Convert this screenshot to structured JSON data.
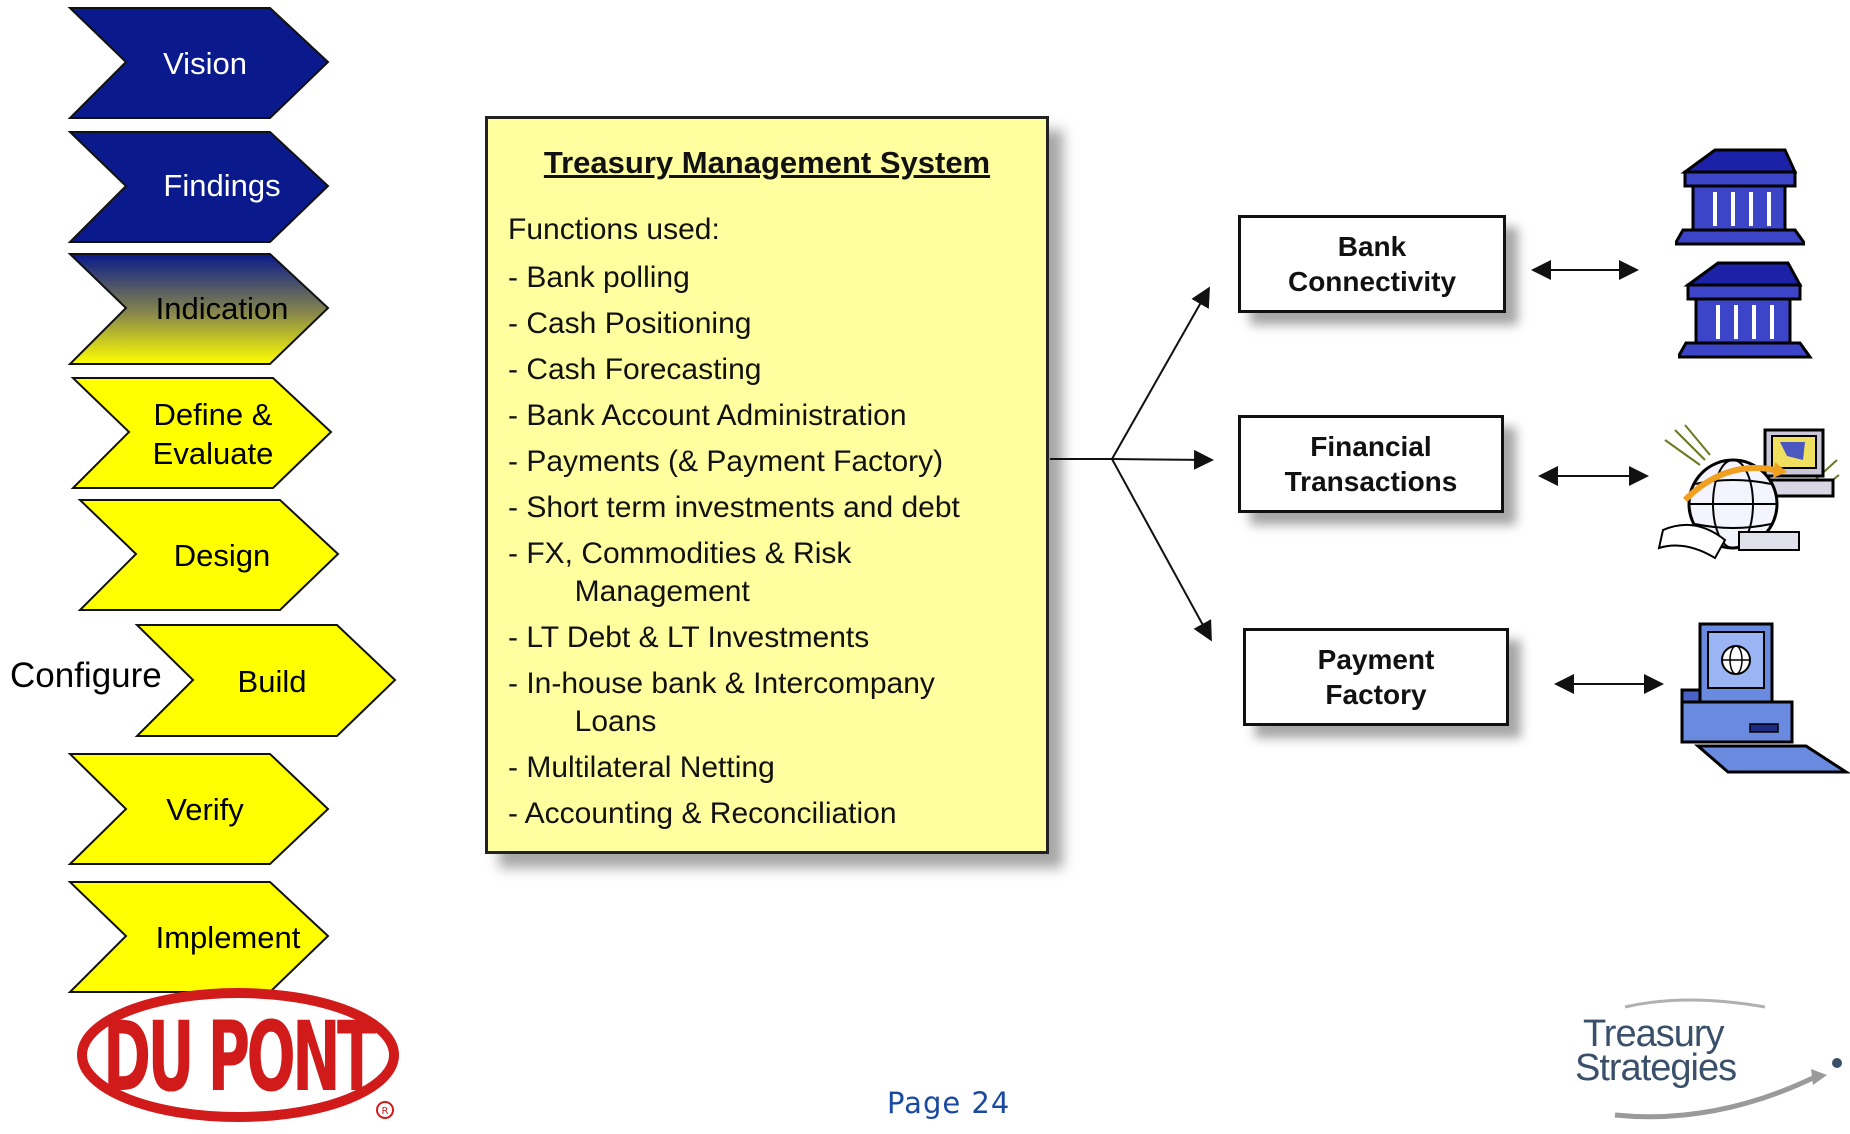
{
  "process_steps": [
    {
      "label": "Vision"
    },
    {
      "label": "Findings"
    },
    {
      "label": "Indication"
    },
    {
      "label": "Define &\nEvaluate"
    },
    {
      "label": "Design"
    },
    {
      "label": "Build"
    },
    {
      "label": "Verify"
    },
    {
      "label": "Implement"
    }
  ],
  "configure_label": "Configure",
  "tms": {
    "title": "Treasury Management System",
    "intro": "Functions used:",
    "items": [
      "- Bank polling",
      "- Cash Positioning",
      "- Cash Forecasting",
      "- Bank Account Administration",
      "- Payments (& Payment Factory)",
      "- Short term investments and debt",
      "- FX, Commodities & Risk\n        Management",
      "- LT Debt & LT Investments",
      "- In-house bank & Intercompany\n        Loans",
      "- Multilateral Netting",
      "- Accounting & Reconciliation"
    ]
  },
  "systems": [
    {
      "label": "Bank\nConnectivity",
      "icon": "bank-icon"
    },
    {
      "label": "Financial\nTransactions",
      "icon": "globe-computer-icon"
    },
    {
      "label": "Payment\nFactory",
      "icon": "computer-icon"
    }
  ],
  "logos": {
    "dupont": "DU PONT",
    "treasury_strategies_line1": "Treasury",
    "treasury_strategies_line2": "Strategies"
  },
  "page_label": "Page 24",
  "colors": {
    "dark_step": "#0a1a8c",
    "light_step": "#ffff00",
    "tms_fill": "#ffffa0",
    "dupont_red": "#d11a1a",
    "icon_blue": "#3c44c8"
  }
}
